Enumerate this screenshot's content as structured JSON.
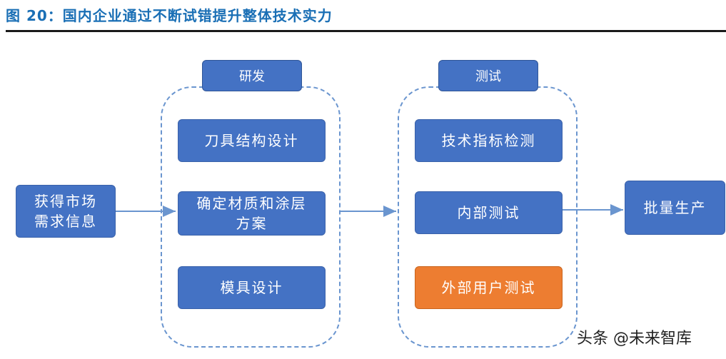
{
  "header": {
    "title": "图 20：国内企业通过不断试错提升整体技术实力"
  },
  "nodes": {
    "input": "获得市场\n需求信息",
    "output": "批量生产"
  },
  "groups": {
    "rd": {
      "label": "研发",
      "items": [
        "刀具结构设计",
        "确定材质和涂层\n方案",
        "模具设计"
      ]
    },
    "test": {
      "label": "测试",
      "items": [
        "技术指标检测",
        "内部测试",
        "外部用户测试"
      ]
    }
  },
  "watermark": "头条 @未来智库",
  "colors": {
    "title": "#1a6fb5",
    "box": "#4472c4",
    "highlight": "#ed7d31",
    "arrow": "#6a95cf"
  }
}
